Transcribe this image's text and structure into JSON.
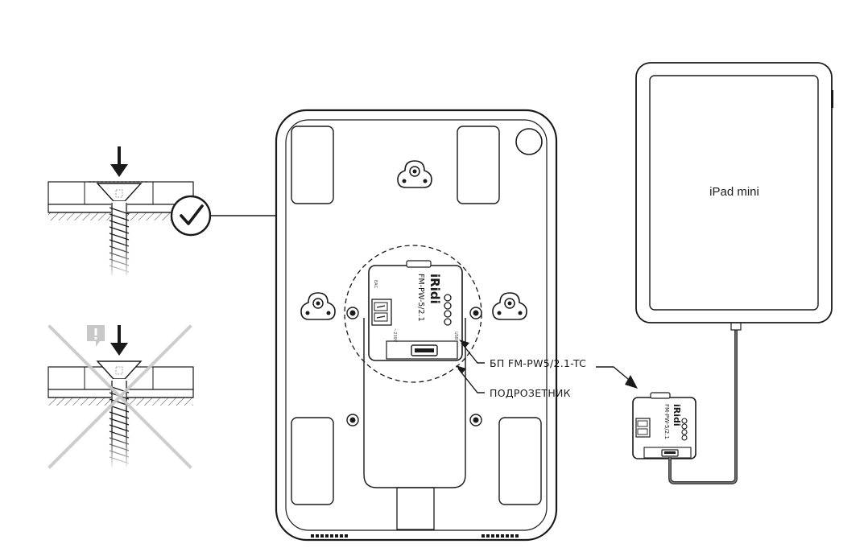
{
  "labels": {
    "power_supply": "БП FM-PW5/2.1-TC",
    "flush_box": "ПОДРОЗЕТНИК",
    "tablet": "iPad mini"
  },
  "power_supply_unit": {
    "brand": "iRidi",
    "model": "FM-PW-5/2.1"
  },
  "icons": {
    "correct": "check-circle-icon",
    "incorrect": "cross-icon",
    "warning": "exclamation-icon"
  },
  "colors": {
    "line": "#1a1a1a",
    "cross": "#c8c8c8",
    "cable": "#3a3a3a"
  }
}
